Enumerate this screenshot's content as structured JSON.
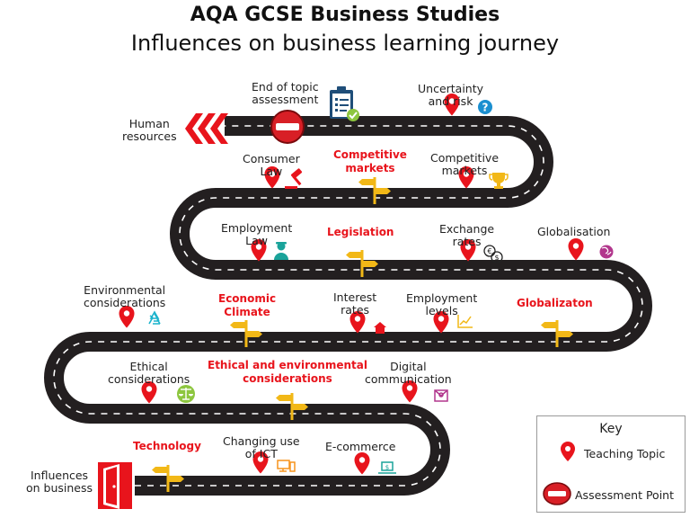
{
  "header": {
    "title": "AQA GCSE Business Studies",
    "subtitle": "Influences on business learning journey"
  },
  "start": {
    "label": "Influences\non business"
  },
  "end": {
    "label": "Human\nresources"
  },
  "sections": [
    {
      "label": "Technology"
    },
    {
      "label": "Ethical and environmental\nconsiderations"
    },
    {
      "label": "Economic\nClimate"
    },
    {
      "label": "Globalizaton"
    },
    {
      "label": "Legislation"
    },
    {
      "label": "Competitive\nmarkets"
    }
  ],
  "topics": [
    {
      "label": "Changing use\nof ICT",
      "icon": "computer-icon"
    },
    {
      "label": "E-commerce",
      "icon": "laptop-icon"
    },
    {
      "label": "Digital\ncommunication",
      "icon": "email-icon"
    },
    {
      "label": "Ethical\nconsiderations",
      "icon": "scales-icon"
    },
    {
      "label": "Environmental\nconsiderations",
      "icon": "recycle-icon"
    },
    {
      "label": "Interest\nrates",
      "icon": "house-icon"
    },
    {
      "label": "Employment\nlevels",
      "icon": "line-graph-icon"
    },
    {
      "label": "Globalisation",
      "icon": "globe-icon"
    },
    {
      "label": "Exchange\nrates",
      "icon": "currency-exchange-icon"
    },
    {
      "label": "Employment\nLaw",
      "icon": "worker-icon"
    },
    {
      "label": "Consumer\nLaw",
      "icon": "gavel-icon"
    },
    {
      "label": "Competitive\nmarkets",
      "icon": "trophy-icon"
    },
    {
      "label": "Uncertainty\nand risk",
      "icon": "question-icon"
    }
  ],
  "assessment": {
    "label": "End of topic\nassessment",
    "icon": "checklist-icon"
  },
  "key": {
    "title": "Key",
    "teaching": "Teaching Topic",
    "assessment": "Assessment Point"
  },
  "colors": {
    "road": "#231f20",
    "accent": "#e8141c",
    "signpost": "#f2b817"
  }
}
